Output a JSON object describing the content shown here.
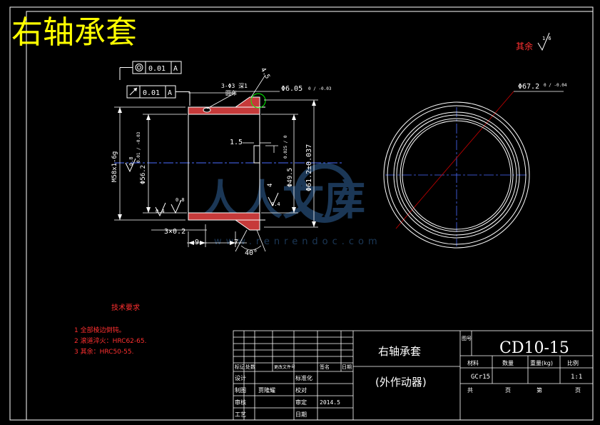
{
  "big_title": "右轴承套",
  "watermark": {
    "text": "人人文库",
    "url": "www.renrendoc.com"
  },
  "tolerance": {
    "concentricity": {
      "value": "0.01",
      "datum": "A"
    },
    "runout": {
      "value": "0.01",
      "datum": "A"
    }
  },
  "surface": {
    "rest_label": "其余",
    "rest_value": "1.6",
    "left_groove": "0.8",
    "bore": "0.4",
    "right_face": "0.8",
    "bottom": "0.4"
  },
  "dimensions": {
    "holes": "3-Φ3 深1",
    "holes_note": "圆布",
    "chamfer": "4.5",
    "top_diameter": "Φ6.05",
    "top_tol": "0 / -0.03",
    "thread": "M58x1-6g",
    "bore_diameter": "Φ56.2",
    "bore_tol": "0.01 / -0.03",
    "groove_width": "1.5",
    "inner_diameter": "Φ49.5",
    "inner_tol": "0.025 / 0",
    "outer_diameter": "Φ61.2±0.037",
    "groove_depth": "4",
    "chamfer_left": "3×0.2",
    "len_9": "9",
    "len_7": "7",
    "angle": "40°",
    "circle_diameter": "Φ67.2",
    "circle_tol": "0 / -0.04"
  },
  "tech_requirements": {
    "title": "技术要求",
    "items": [
      "1 全部棱边倒钝。",
      "2 滚道淬火：HRC62-65.",
      "3 其余：HRC50-55."
    ]
  },
  "title_block": {
    "part_name": "右轴承套",
    "assembly": "(外作动器)",
    "drawing_no_label": "图号",
    "drawing_no": "CD10-15",
    "material_label": "材料",
    "qty_label": "数量",
    "weight_label": "重量(kg)",
    "scale_label": "比例",
    "material": "GCr15",
    "scale": "1:1",
    "sheet_total_label": "共",
    "sheet_label": "页",
    "sheet_no_label": "第",
    "page_label": "页",
    "rev_headers": [
      "标记",
      "处数",
      "更改文件号",
      "签名",
      "日期"
    ],
    "roles": [
      "设计",
      "制图",
      "审核",
      "工艺"
    ],
    "sign_labels": [
      "标准化",
      "校对",
      "审定",
      "日期"
    ],
    "drafter": "贾隆耀",
    "date": "2014.5"
  }
}
